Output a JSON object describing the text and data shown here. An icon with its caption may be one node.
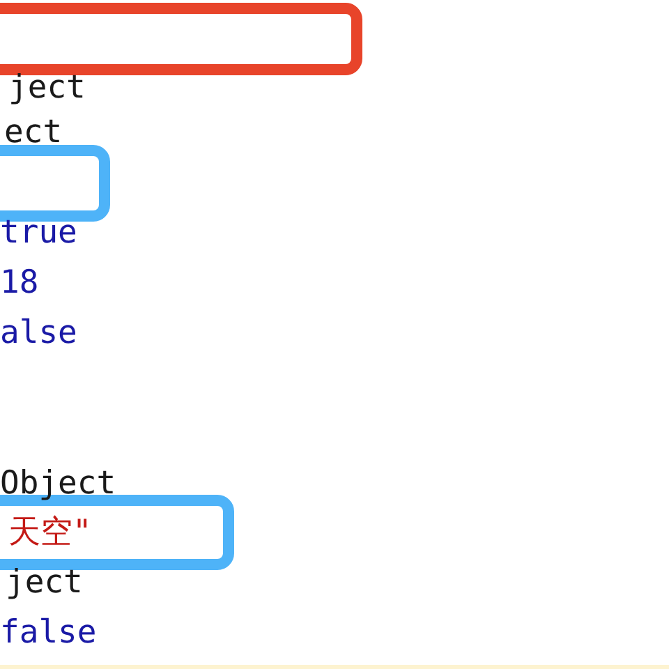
{
  "diagram": {
    "nodes": [
      {
        "text": [],
        "shape": "box"
      },
      {
        "text": [],
        "shape": "box"
      },
      {
        "text": [
          "天空\""
        ]
      }
    ],
    "labels": [
      "ject",
      "ect",
      "true",
      "18",
      "alse",
      "Object",
      "ject",
      "false"
    ]
  }
}
